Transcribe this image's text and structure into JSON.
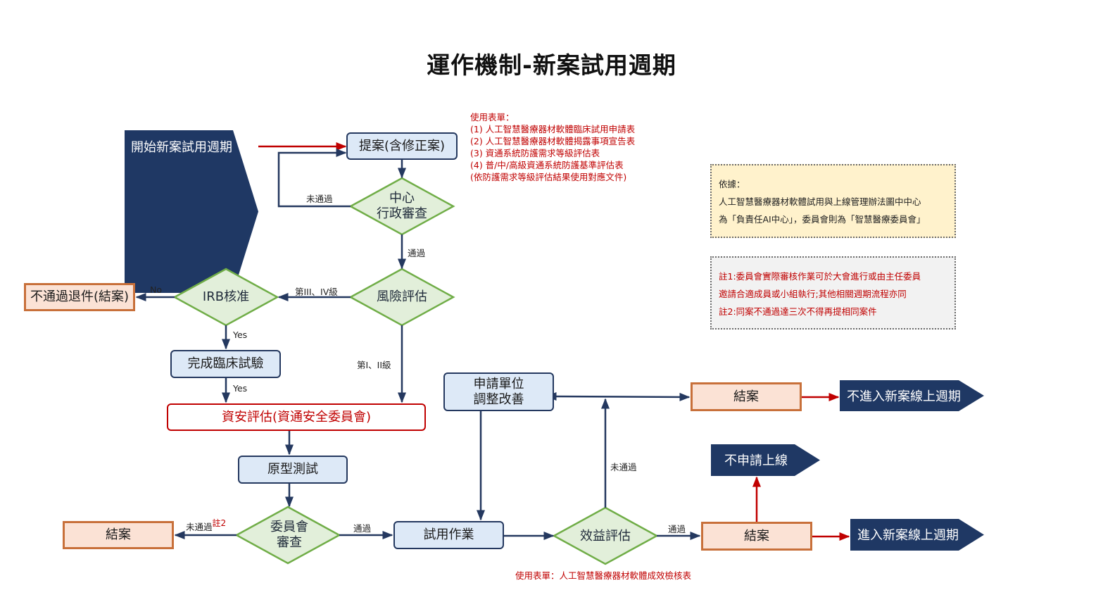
{
  "title": "運作機制-新案試用週期",
  "nodes": {
    "start": "開始新案試用週期",
    "proposal": "提案(含修正案)",
    "admin_review_l1": "中心",
    "admin_review_l2": "行政審查",
    "risk": "風險評估",
    "irb": "IRB核准",
    "reject": "不通過退件(結案)",
    "clinical": "完成臨床試驗",
    "security": "資安評估(資通安全委員會)",
    "prototype": "原型測試",
    "committee_l1": "委員會",
    "committee_l2": "審查",
    "close_left": "結案",
    "trial": "試用作業",
    "benefit": "效益評估",
    "improve_l1": "申請單位",
    "improve_l2": "調整改善",
    "close_top": "結案",
    "close_bottom": "結案",
    "no_online_cycle": "不進入新案線上週期",
    "no_apply": "不申請上線",
    "online_cycle": "進入新案線上週期"
  },
  "labels": {
    "fail_admin": "未通過",
    "pass_admin": "通過",
    "grade_34": "第III、IV級",
    "grade_12": "第I、II級",
    "no": "No",
    "yes1": "Yes",
    "yes2": "Yes",
    "fail_committee": "未通過",
    "note2_mark": "註2",
    "pass_committee": "通過",
    "fail_benefit": "未通過",
    "pass_benefit": "通過"
  },
  "forms_note": [
    "使用表單：",
    "(1) 人工智慧醫療器材軟體臨床試用申請表",
    "(2) 人工智慧醫療器材軟體揭露事項宣告表",
    "(3) 資通系統防護需求等級評估表",
    "(4) 普/中/高級資通系統防護基準評估表",
    "(依防護需求等級評估結果使用對應文件)"
  ],
  "basis_box": [
    "依據：",
    "人工智慧醫療器材軟體試用與上線管理辦法圖中中心",
    "為「負責任AI中心」，委員會則為「智慧醫療委員會」"
  ],
  "notes_box": [
    "註1:委員會實際審核作業可於大會進行或由主任委員",
    "邀請合適成員或小組執行;其他相關週期流程亦同",
    "註2:同案不通過達三次不得再提相同案件"
  ],
  "bottom_note": "使用表單：人工智慧醫療器材軟體成效檢核表",
  "colors": {
    "navy": "#1f3864",
    "arrow": "#24385f",
    "red_arrow": "#c00000",
    "diamond_fill": "#e2efda",
    "diamond_border": "#70ad47"
  }
}
